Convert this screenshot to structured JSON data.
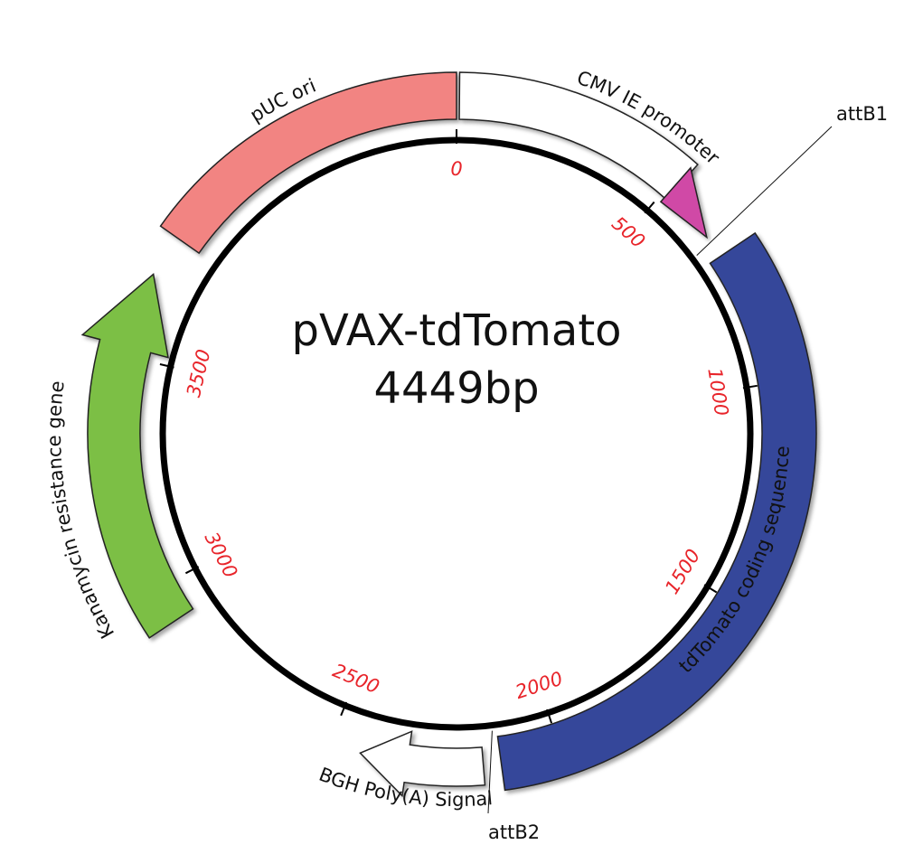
{
  "plasmid": {
    "name": "pVAX-tdTomato",
    "size_label": "4449bp",
    "length": 4449
  },
  "colors": {
    "backbone": "#000000",
    "tick_label": "#e8242a",
    "puc_ori": "#f28482",
    "cmv_arrow": "#d04aa6",
    "tdtomato": "#36479a",
    "kanamycin": "#7bbf45",
    "bgh": "#ffffff",
    "outline": "#222222"
  },
  "ticks": [
    {
      "value": 0,
      "label": "0"
    },
    {
      "value": 500,
      "label": "500"
    },
    {
      "value": 1000,
      "label": "1000"
    },
    {
      "value": 1500,
      "label": "1500"
    },
    {
      "value": 2000,
      "label": "2000"
    },
    {
      "value": 2500,
      "label": "2500"
    },
    {
      "value": 3000,
      "label": "3000"
    },
    {
      "value": 3500,
      "label": "3500"
    }
  ],
  "features": {
    "puc_ori": {
      "label": "pUC ori",
      "start": 3770,
      "end": 4449
    },
    "cmv_promoter": {
      "label": "CMV IE promoter",
      "start": 0,
      "end": 616
    },
    "tdtomato": {
      "label": "tdTomato coding sequence",
      "start": 693,
      "end": 2129
    },
    "kanamycin": {
      "label": "Kanamycin resistance gene",
      "start": 2700,
      "end": 3498
    },
    "bgh": {
      "label": "BGH Poly(A) Signal",
      "start": 2170,
      "end": 2432
    }
  },
  "sites": [
    {
      "name": "attB1",
      "position": 660
    },
    {
      "name": "attB2",
      "position": 2140
    }
  ]
}
